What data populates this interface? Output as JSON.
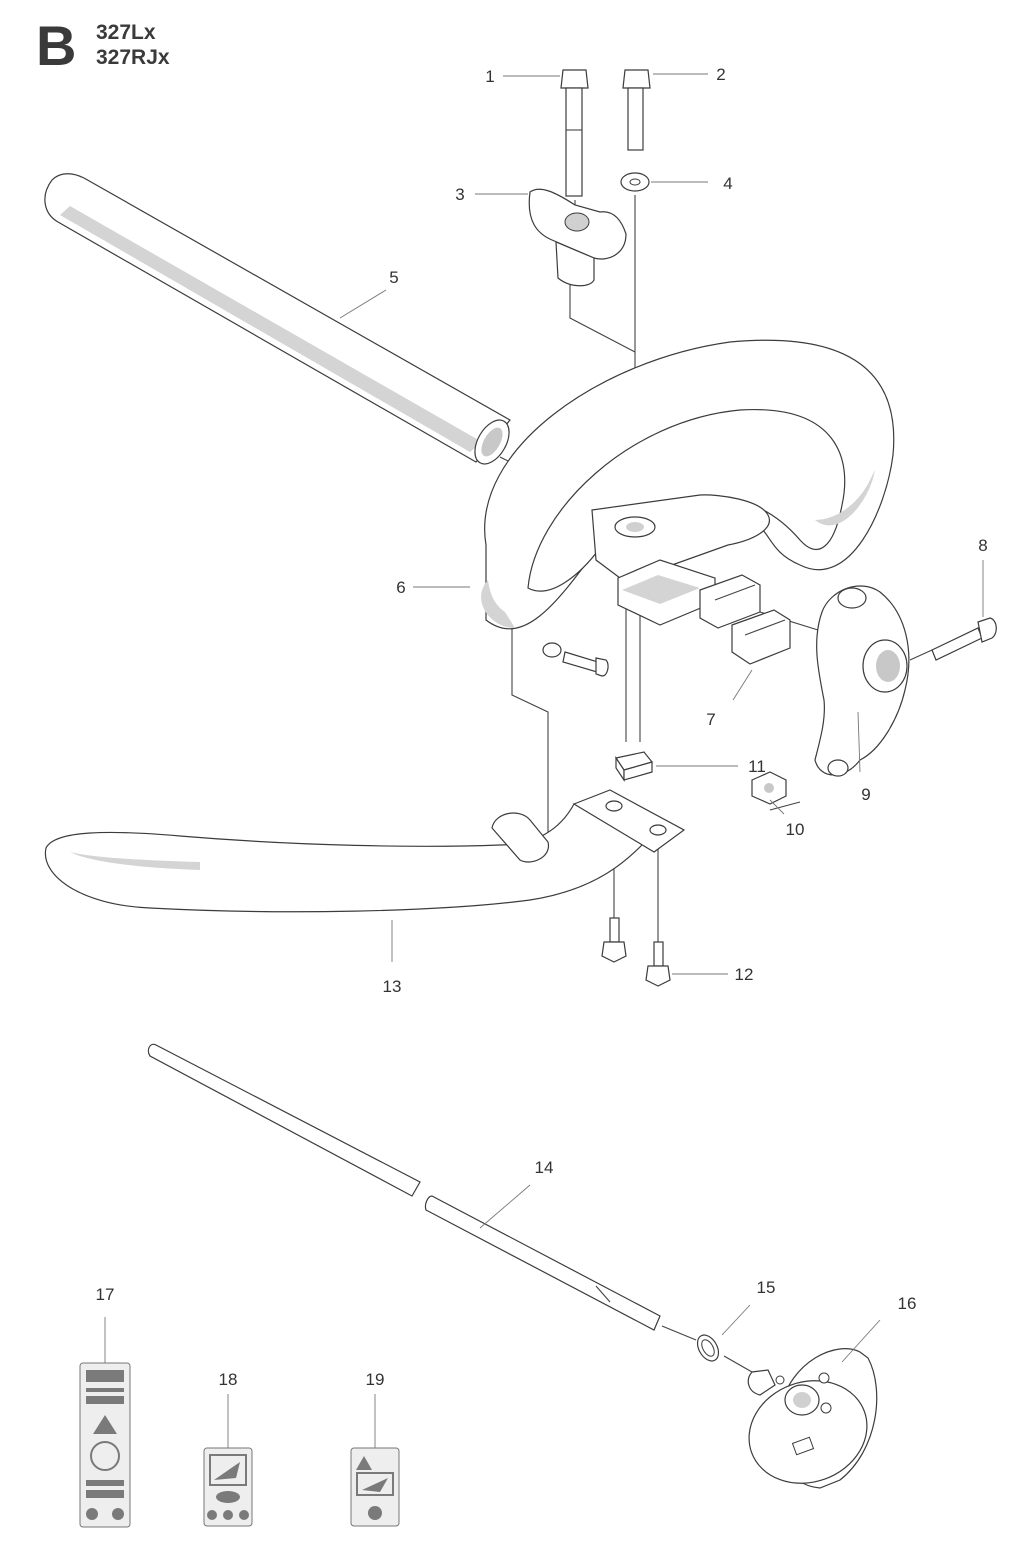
{
  "header": {
    "section_letter": "B",
    "models": [
      "327Lx",
      "327RJx"
    ]
  },
  "parts": [
    "1",
    "2",
    "3",
    "4",
    "5",
    "6",
    "7",
    "8",
    "9",
    "10",
    "11",
    "12",
    "13",
    "14",
    "15",
    "16",
    "17",
    "18",
    "19"
  ],
  "colors": {
    "line": "#444444",
    "shade": "#d4d4d4",
    "text": "#333333"
  }
}
